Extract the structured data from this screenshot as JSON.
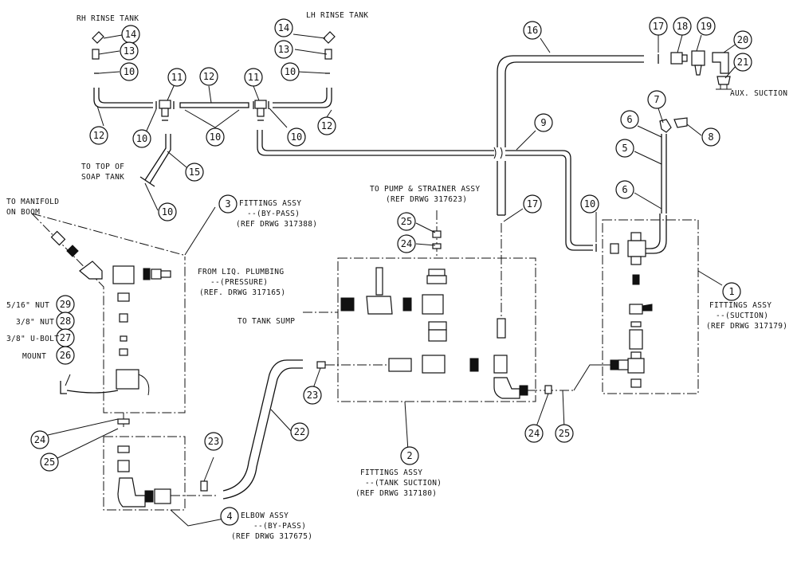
{
  "labels": {
    "rh_rinse_tank": "RH RINSE TANK",
    "lh_rinse_tank": "LH RINSE TANK",
    "aux_suction": "AUX. SUCTION",
    "top_soap_1": "TO TOP OF",
    "top_soap_2": "SOAP TANK",
    "manifold_1": "TO MANIFOLD",
    "manifold_2": "ON BOOM",
    "bypass_title": "FITTINGS ASSY",
    "bypass_sub": "--(BY-PASS)",
    "bypass_ref": "(REF DRWG 317388)",
    "liq_1": "FROM LIQ. PLUMBING",
    "liq_2": "--(PRESSURE)",
    "liq_3": "(REF. DRWG 317165)",
    "pump_1": "TO PUMP & STRAINER ASSY",
    "pump_2": "(REF DRWG 317623)",
    "sump": "TO TANK SUMP",
    "nut516": "5/16\" NUT",
    "nut38": "3/8\" NUT",
    "ubolt": "3/8\" U-BOLT",
    "mount": "MOUNT",
    "suction_title": "FITTINGS ASSY",
    "suction_sub": "--(SUCTION)",
    "suction_ref": "(REF DRWG 317179)",
    "tank_title": "FITTINGS ASSY",
    "tank_sub": "--(TANK SUCTION)",
    "tank_ref": "(REF DRWG 317180)",
    "elbow_title": "ELBOW ASSY",
    "elbow_sub": "--(BY-PASS)",
    "elbow_ref": "(REF DRWG 317675)"
  },
  "balloons": {
    "b14a": "14",
    "b13a": "13",
    "b10a": "10",
    "b12a": "12",
    "b11a": "11",
    "b10b": "10",
    "b12b": "12",
    "b10c": "10",
    "b11b": "11",
    "b14b": "14",
    "b13b": "13",
    "b10d": "10",
    "b10e": "10",
    "b12c": "12",
    "b15": "15",
    "b10f": "10",
    "b16": "16",
    "b17a": "17",
    "b18": "18",
    "b19": "19",
    "b20": "20",
    "b21": "21",
    "b7": "7",
    "b8": "8",
    "b6a": "6",
    "b5": "5",
    "b6b": "6",
    "b9": "9",
    "b10g": "10",
    "b1": "1",
    "b3": "3",
    "b25a": "25",
    "b24a": "24",
    "b17b": "17",
    "b29": "29",
    "b28": "28",
    "b27": "27",
    "b26": "26",
    "b23a": "23",
    "b2": "2",
    "b24b": "24",
    "b25b": "25",
    "b24c": "24",
    "b25c": "25",
    "b22": "22",
    "b23b": "23",
    "b4": "4"
  }
}
